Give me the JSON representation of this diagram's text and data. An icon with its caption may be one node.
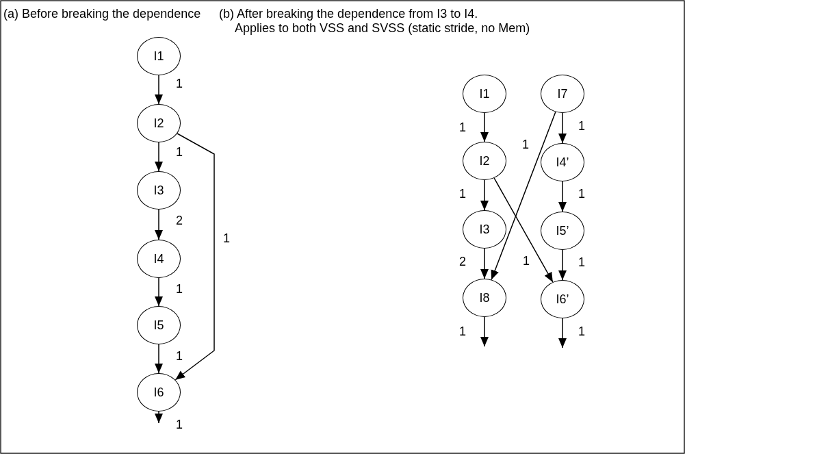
{
  "diagram": {
    "nodes": [
      {
        "text": [
          "I1"
        ]
      },
      {
        "text": [
          "I2"
        ]
      },
      {
        "text": [
          "I3"
        ]
      },
      {
        "text": [
          "I4"
        ]
      },
      {
        "text": [
          "I5"
        ]
      },
      {
        "text": [
          "I6"
        ]
      },
      {
        "text": [
          "I1"
        ]
      },
      {
        "text": [
          "I7"
        ]
      },
      {
        "text": [
          "I2"
        ]
      },
      {
        "text": [
          "I4’"
        ]
      },
      {
        "text": [
          "I3"
        ]
      },
      {
        "text": [
          "I5’"
        ]
      },
      {
        "text": [
          "I8"
        ]
      },
      {
        "text": [
          "I6’"
        ]
      }
    ],
    "edges": [
      {
        "from": 0,
        "to": 1,
        "arrow": "to",
        "label": "1"
      },
      {
        "from": 1,
        "to": 2,
        "arrow": "to",
        "label": "1"
      },
      {
        "from": 2,
        "to": 3,
        "arrow": "to",
        "label": "2"
      },
      {
        "from": 3,
        "to": 4,
        "arrow": "to",
        "label": "1"
      },
      {
        "from": 4,
        "to": 5,
        "arrow": "to",
        "label": "1"
      },
      {
        "from": 5,
        "to": null,
        "arrow": "to",
        "label": "1"
      },
      {
        "from": 1,
        "to": 5,
        "arrow": "to",
        "label": "1"
      },
      {
        "from": 6,
        "to": 8,
        "arrow": "to",
        "label": "1"
      },
      {
        "from": 7,
        "to": 9,
        "arrow": "to",
        "label": "1"
      },
      {
        "from": 7,
        "to": 12,
        "arrow": "to",
        "label": "1"
      },
      {
        "from": 8,
        "to": 13,
        "arrow": "to",
        "label": "1"
      },
      {
        "from": 8,
        "to": 10,
        "arrow": "to",
        "label": "1"
      },
      {
        "from": 9,
        "to": 11,
        "arrow": "to",
        "label": "1"
      },
      {
        "from": 10,
        "to": 12,
        "arrow": "to",
        "label": "2"
      },
      {
        "from": 11,
        "to": 13,
        "arrow": "to",
        "label": "1"
      },
      {
        "from": 12,
        "to": null,
        "arrow": "to",
        "label": "1"
      },
      {
        "from": 13,
        "to": null,
        "arrow": "to",
        "label": "1"
      }
    ],
    "labels": [
      "(a) Before breaking the dependence",
      "(b) After breaking the dependence from I3 to I4.",
      "Applies to both VSS and SVSS (static stride, no Mem)"
    ]
  }
}
